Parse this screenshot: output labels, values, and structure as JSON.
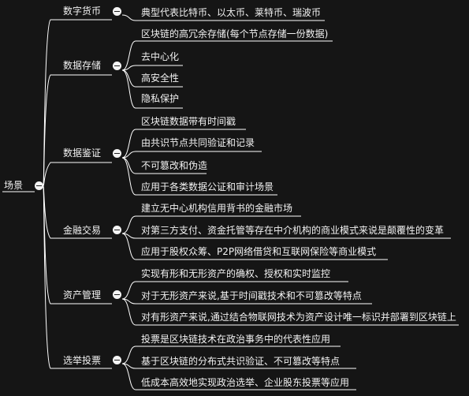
{
  "root": {
    "label": "场景"
  },
  "branches": [
    {
      "label": "数字货币",
      "items": [
        "典型代表比特币、以太币、莱特币、瑞波币"
      ]
    },
    {
      "label": "数据存储",
      "items": [
        "区块链的高冗余存储(每个节点存储一份数据)",
        "去中心化",
        "高安全性",
        "隐私保护"
      ]
    },
    {
      "label": "数据鉴证",
      "items": [
        "区块链数据带有时间戳",
        "由共识节点共同验证和记录",
        "不可篡改和伪造",
        "应用于各类数据公证和审计场景"
      ]
    },
    {
      "label": "金融交易",
      "items": [
        "建立无中心机构信用背书的金融市场",
        "对第三方支付、资金托管等存在中介机构的商业模式来说是颠覆性的变革",
        "应用于股权众筹、P2P网络借贷和互联网保险等商业模式"
      ]
    },
    {
      "label": "资产管理",
      "items": [
        "实现有形和无形资产的确权、授权和实时监控",
        "对于无形资产来说,基于时间戳技术和不可篡改等特点",
        "对有形资产来说,通过结合物联网技术为资产设计唯一标识并部署到区块链上"
      ]
    },
    {
      "label": "选举投票",
      "items": [
        "投票是区块链技术在政治事务中的代表性应用",
        "基于区块链的分布式共识验证、不可篡改等特点",
        "低成本高效地实现政治选举、企业股东投票等应用"
      ]
    }
  ],
  "colors": {
    "background": "#151515",
    "line": "#ffffff",
    "text": "#f2f2f2",
    "toggle": "#f4f4f4"
  }
}
